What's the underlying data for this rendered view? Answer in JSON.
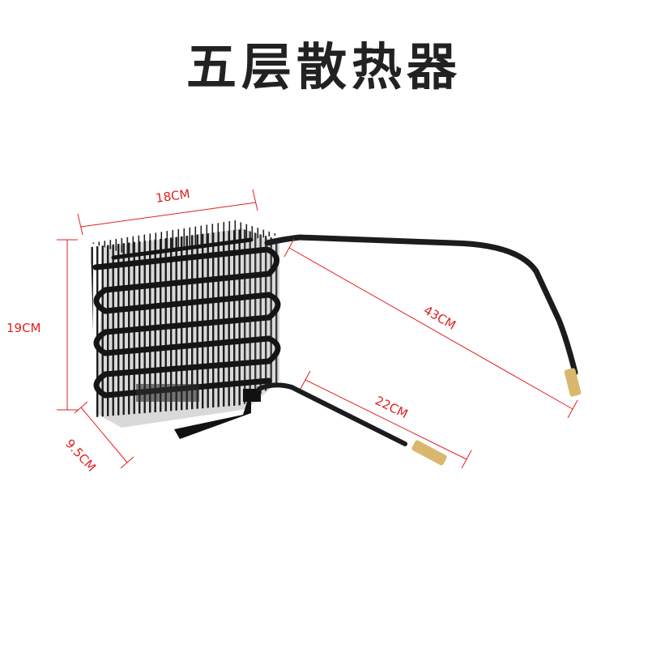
{
  "title": "五层散热器",
  "dimensions": {
    "width": "18CM",
    "height": "19CM",
    "depth": "9.5CM",
    "long_pipe": "43CM",
    "short_pipe": "22CM"
  },
  "colors": {
    "dimension_line": "#e02020",
    "metal": "#1c1c1c",
    "pipe_tip": "#d9b86e"
  }
}
